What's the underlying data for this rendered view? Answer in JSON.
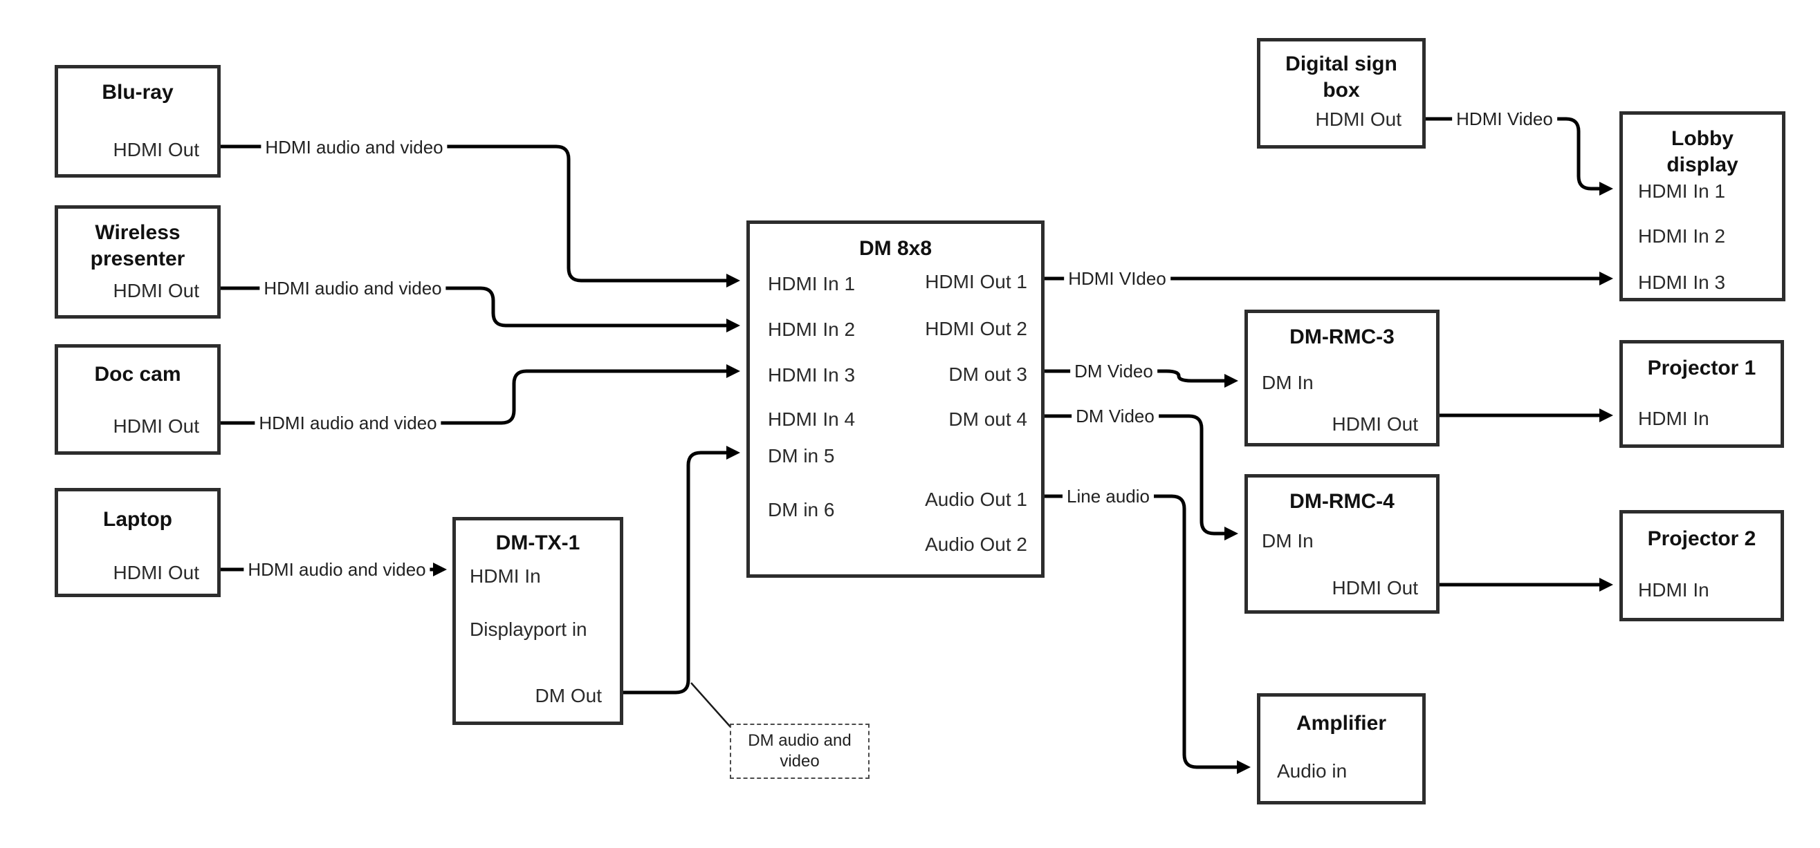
{
  "boxes": {
    "bluray": {
      "title": "Blu-ray",
      "hdmi_out": "HDMI Out"
    },
    "wireless": {
      "title": "Wireless\npresenter",
      "hdmi_out": "HDMI Out"
    },
    "doccam": {
      "title": "Doc cam",
      "hdmi_out": "HDMI Out"
    },
    "laptop": {
      "title": "Laptop",
      "hdmi_out": "HDMI Out"
    },
    "dmtx1": {
      "title": "DM-TX-1",
      "hdmi_in": "HDMI In",
      "displayport_in": "Displayport in",
      "dm_out": "DM Out"
    },
    "dm8x8": {
      "title": "DM 8x8",
      "hdmi_in_1": "HDMI In 1",
      "hdmi_in_2": "HDMI In 2",
      "hdmi_in_3": "HDMI In 3",
      "hdmi_in_4": "HDMI In 4",
      "dm_in_5": "DM in 5",
      "dm_in_6": "DM in 6",
      "hdmi_out_1": "HDMI Out 1",
      "hdmi_out_2": "HDMI Out 2",
      "dm_out_3": "DM out 3",
      "dm_out_4": "DM out 4",
      "audio_out_1": "Audio Out 1",
      "audio_out_2": "Audio Out 2"
    },
    "digital_sign": {
      "title": "Digital sign\nbox",
      "hdmi_out": "HDMI Out"
    },
    "lobby": {
      "title": "Lobby\ndisplay",
      "hdmi_in_1": "HDMI In 1",
      "hdmi_in_2": "HDMI In 2",
      "hdmi_in_3": "HDMI In 3"
    },
    "dmrmc3": {
      "title": "DM-RMC-3",
      "dm_in": "DM In",
      "hdmi_out": "HDMI Out"
    },
    "proj1": {
      "title": "Projector 1",
      "hdmi_in": "HDMI In"
    },
    "dmrmc4": {
      "title": "DM-RMC-4",
      "dm_in": "DM In",
      "hdmi_out": "HDMI Out"
    },
    "proj2": {
      "title": "Projector 2",
      "hdmi_in": "HDMI In"
    },
    "amplifier": {
      "title": "Amplifier",
      "audio_in": "Audio in"
    }
  },
  "wire_labels": {
    "bluray": "HDMI audio and video",
    "wireless": "HDMI audio and video",
    "doccam": "HDMI audio and video",
    "laptop": "HDMI audio and video",
    "digital_sign": "HDMI Video",
    "hdmi_out_1": "HDMI VIdeo",
    "dm_out_3": "DM Video",
    "dm_out_4": "DM Video",
    "audio_out_1": "Line audio"
  },
  "note": "DM audio and\nvideo",
  "colors": {
    "wire": "#000000",
    "box_border": "#2d2d2d",
    "text": "#212121",
    "background": "#ffffff"
  }
}
